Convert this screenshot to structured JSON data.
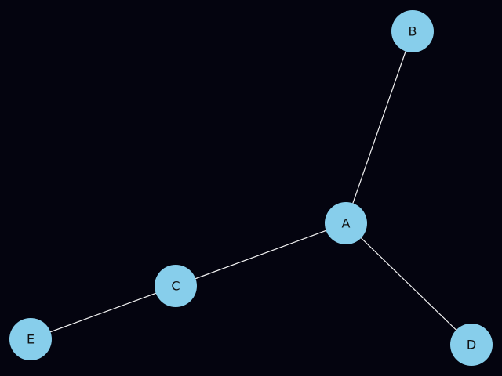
{
  "colors": {
    "background": "#04040f",
    "node_fill": "#87ceeb",
    "edge": "#f2f2f2",
    "label": "#111111"
  },
  "nodes": [
    {
      "id": "A",
      "label": "A"
    },
    {
      "id": "B",
      "label": "B"
    },
    {
      "id": "C",
      "label": "C"
    },
    {
      "id": "D",
      "label": "D"
    },
    {
      "id": "E",
      "label": "E"
    }
  ],
  "edges": [
    {
      "from": "A",
      "to": "B"
    },
    {
      "from": "A",
      "to": "C"
    },
    {
      "from": "A",
      "to": "D"
    },
    {
      "from": "C",
      "to": "E"
    }
  ]
}
